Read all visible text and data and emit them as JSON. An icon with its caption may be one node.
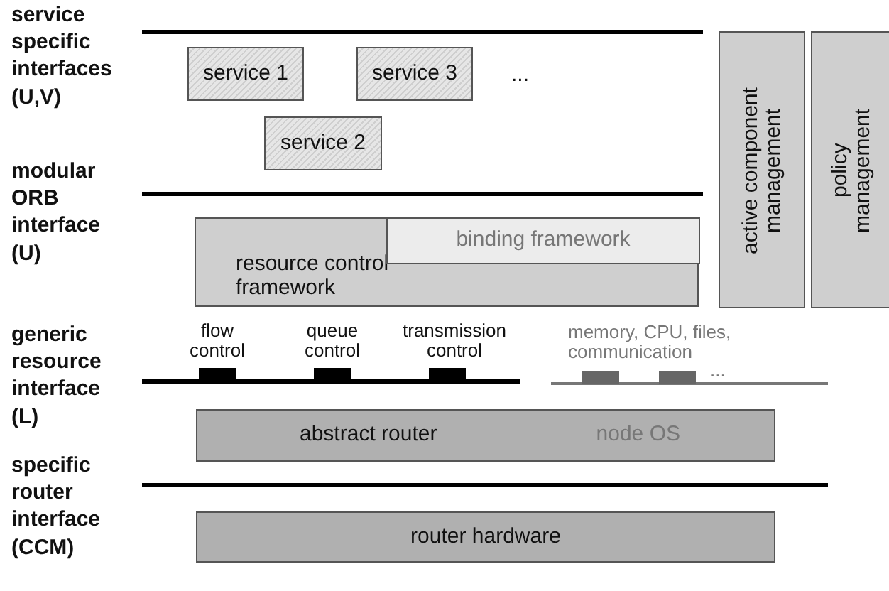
{
  "diagram": {
    "nodes": [
      {
        "text": [
          "service 1"
        ]
      },
      {
        "text": [
          "service 3"
        ]
      },
      {
        "text": [
          "service 2"
        ]
      },
      {
        "text": [
          "resource control framework"
        ]
      },
      {
        "text": [
          "binding framework"
        ],
        "in": 3
      },
      {
        "text": [
          "active component management"
        ]
      },
      {
        "text": [
          "policy management"
        ]
      },
      {
        "text": [
          "abstract router",
          "node OS"
        ]
      },
      {
        "text": [
          "router hardware"
        ]
      }
    ],
    "labels": [
      "service specific interfaces (U,V)",
      "modular ORB interface (U)",
      "generic resource interface (L)",
      "specific router interface (CCM)",
      "...",
      "flow control",
      "queue control",
      "transmission control",
      "memory, CPU, files, communication",
      "..."
    ]
  }
}
